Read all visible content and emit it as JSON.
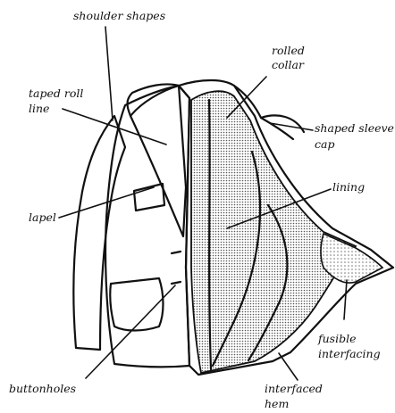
{
  "labels": {
    "shoulder_shapes": "shoulder shapes",
    "rolled_collar_1": "rolled",
    "rolled_collar_2": "collar",
    "taped_roll_line_1": "taped roll",
    "taped_roll_line_2": "line",
    "shaped_sleeve_cap_1": "shaped sleeve",
    "shaped_sleeve_cap_2": "cap",
    "lining": "lining",
    "lapel": "lapel",
    "fusible_interfacing_1": "fusible",
    "fusible_interfacing_2": "interfacing",
    "buttonholes": "buttonholes",
    "interfaced_hem_1": "interfaced",
    "interfaced_hem_2": "hem"
  },
  "colors": {
    "ink": "#111111",
    "background": "#ffffff",
    "lining_dots": "#555555",
    "interfacing_dots": "#777777"
  }
}
